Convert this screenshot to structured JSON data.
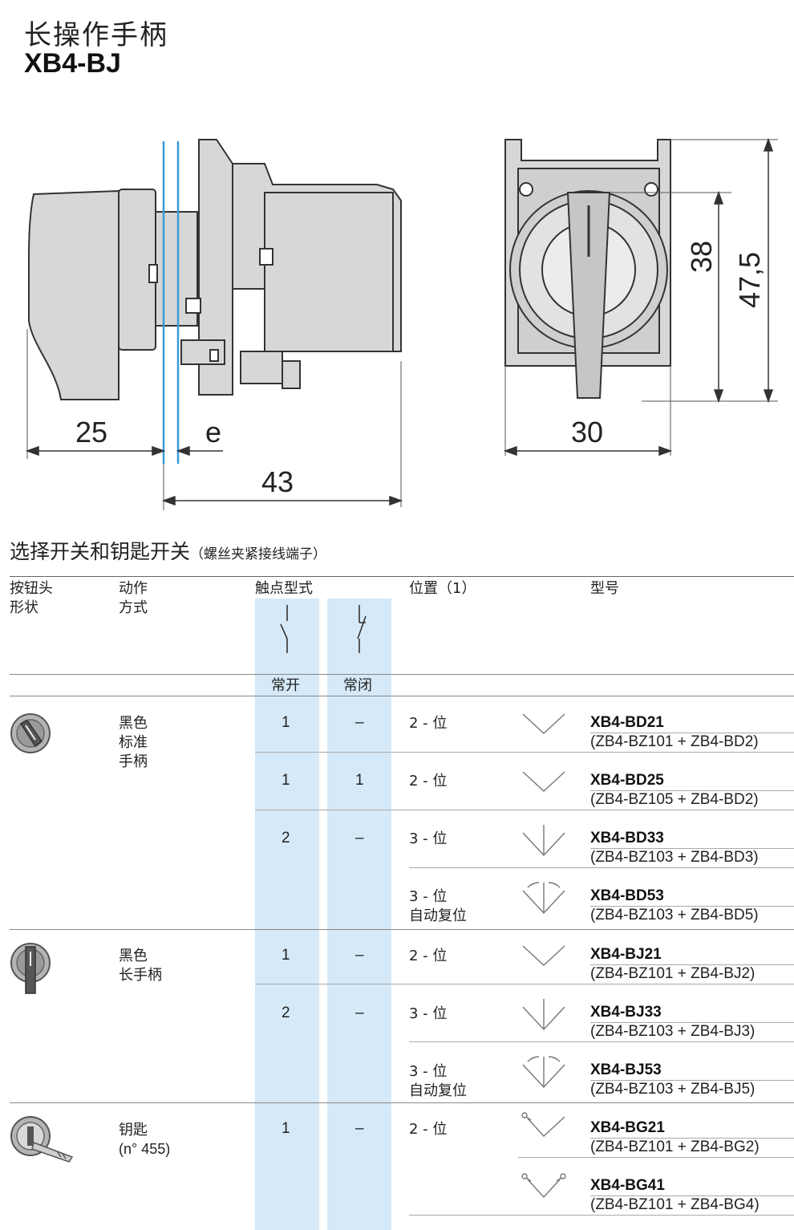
{
  "page_title": "长操作手柄",
  "page_model": "XB4-BJ",
  "dimensions": {
    "d25": "25",
    "e": "e",
    "d43": "43",
    "d30": "30",
    "d38": "38",
    "d47_5": "47,5"
  },
  "section": {
    "title": "选择开关和钥匙开关",
    "subtitle": "（螺丝夹紧接线端子）"
  },
  "table": {
    "headers": {
      "head_shape": "按钮头\n形状",
      "operation": "动作\n方式",
      "contact_type": "触点型式",
      "position": "位置（1）",
      "model": "型号",
      "no": "常开",
      "nc": "常闭"
    },
    "groups": [
      {
        "icon": "standard-handle-icon",
        "operation": "黑色\n标准\n手柄",
        "rows": [
          {
            "no": "1",
            "nc": "–",
            "position": "2 - 位",
            "diagram": "2pos",
            "model": "XB4-BD21",
            "parts": "(ZB4-BZ101 + ZB4-BD2)"
          },
          {
            "no": "1",
            "nc": "1",
            "position": "2 - 位",
            "diagram": "2pos",
            "model": "XB4-BD25",
            "parts": "(ZB4-BZ105 + ZB4-BD2)"
          },
          {
            "no": "2",
            "nc": "–",
            "position": "3 - 位",
            "diagram": "3pos",
            "model": "XB4-BD33",
            "parts": "(ZB4-BZ103 + ZB4-BD3)"
          },
          {
            "no": "",
            "nc": "",
            "position": "3 - 位\n自动复位",
            "diagram": "3pos-return",
            "model": "XB4-BD53",
            "parts": "(ZB4-BZ103 + ZB4-BD5)"
          }
        ]
      },
      {
        "icon": "long-handle-icon",
        "operation": "黑色\n长手柄",
        "rows": [
          {
            "no": "1",
            "nc": "–",
            "position": "2 - 位",
            "diagram": "2pos",
            "model": "XB4-BJ21",
            "parts": "(ZB4-BZ101 + ZB4-BJ2)"
          },
          {
            "no": "2",
            "nc": "–",
            "position": "3 - 位",
            "diagram": "3pos",
            "model": "XB4-BJ33",
            "parts": "(ZB4-BZ103 + ZB4-BJ3)"
          },
          {
            "no": "",
            "nc": "",
            "position": "3 - 位\n自动复位",
            "diagram": "3pos-return",
            "model": "XB4-BJ53",
            "parts": "(ZB4-BZ103 + ZB4-BJ5)"
          }
        ]
      },
      {
        "icon": "key-icon",
        "operation": "钥匙\n(n° 455)",
        "rows": [
          {
            "no": "1",
            "nc": "–",
            "position": "2 - 位",
            "diagram": "2pos-key",
            "model": "XB4-BG21",
            "parts": "(ZB4-BZ101 + ZB4-BG2)"
          },
          {
            "no": "",
            "nc": "",
            "position": "",
            "diagram": "2pos-key-both",
            "model": "XB4-BG41",
            "parts": "(ZB4-BZ101 + ZB4-BG4)"
          }
        ]
      }
    ]
  }
}
